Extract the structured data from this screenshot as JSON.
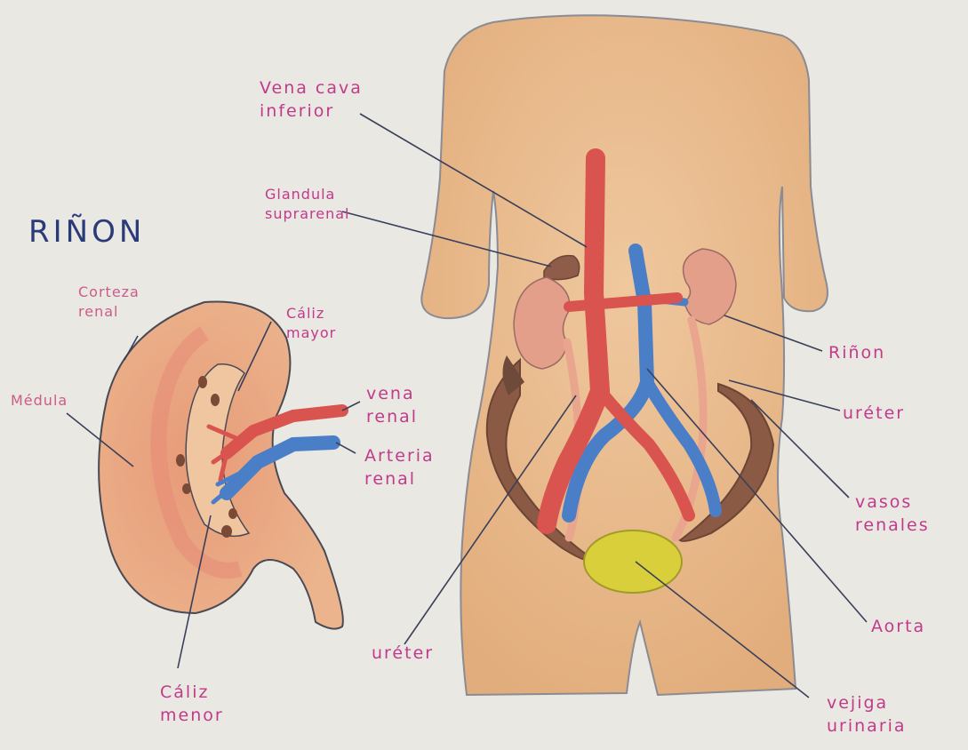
{
  "title": "RIÑON",
  "labels": {
    "vena_cava_inferior": "Vena cava\ninferior",
    "glandula_suprarenal": "Glandula\nsuprarenal",
    "rinon": "Riñon",
    "ureter_right": "uréter",
    "vasos_renales": "vasos\nrenales",
    "aorta": "Aorta",
    "vejiga_urinaria": "vejiga\nurinaria",
    "ureter_left": "uréter",
    "corteza_renal": "Corteza\nrenal",
    "medula": "Médula",
    "caliz_mayor": "Cáliz\nmayor",
    "vena_renal": "vena\nrenal",
    "arteria_renal": "Arteria\nrenal",
    "caliz_menor": "Cáliz\nmenor"
  },
  "colors": {
    "paper": "#e9e8e3",
    "label": "#c23a8a",
    "title": "#2b3a78",
    "skin": "#e8b98a",
    "vein_red": "#d9534f",
    "artery_blue": "#4a7fc8",
    "kidney": "#e39a86",
    "bladder": "#d8cf3a",
    "pelvis": "#8a5a44",
    "leader": "#3a3f5a"
  }
}
